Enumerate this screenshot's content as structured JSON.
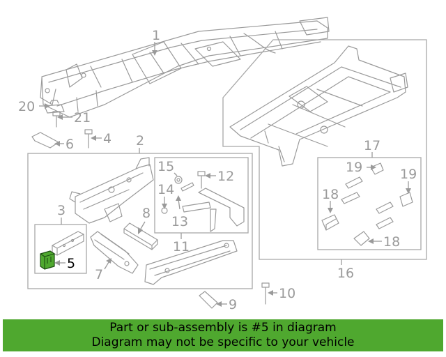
{
  "diagram": {
    "callouts": [
      "1",
      "2",
      "3",
      "4",
      "5",
      "6",
      "7",
      "8",
      "9",
      "10",
      "11",
      "12",
      "13",
      "14",
      "15",
      "16",
      "17",
      "18",
      "18",
      "19",
      "19",
      "20",
      "21"
    ],
    "highlighted_part": "5",
    "highlight_color": "#4fa82f",
    "line_color": "#9a9a9a"
  },
  "banner": {
    "line1": "Part or sub-assembly is #5 in diagram",
    "line2": "Diagram may not be specific to your vehicle",
    "background": "#4fa82f"
  }
}
